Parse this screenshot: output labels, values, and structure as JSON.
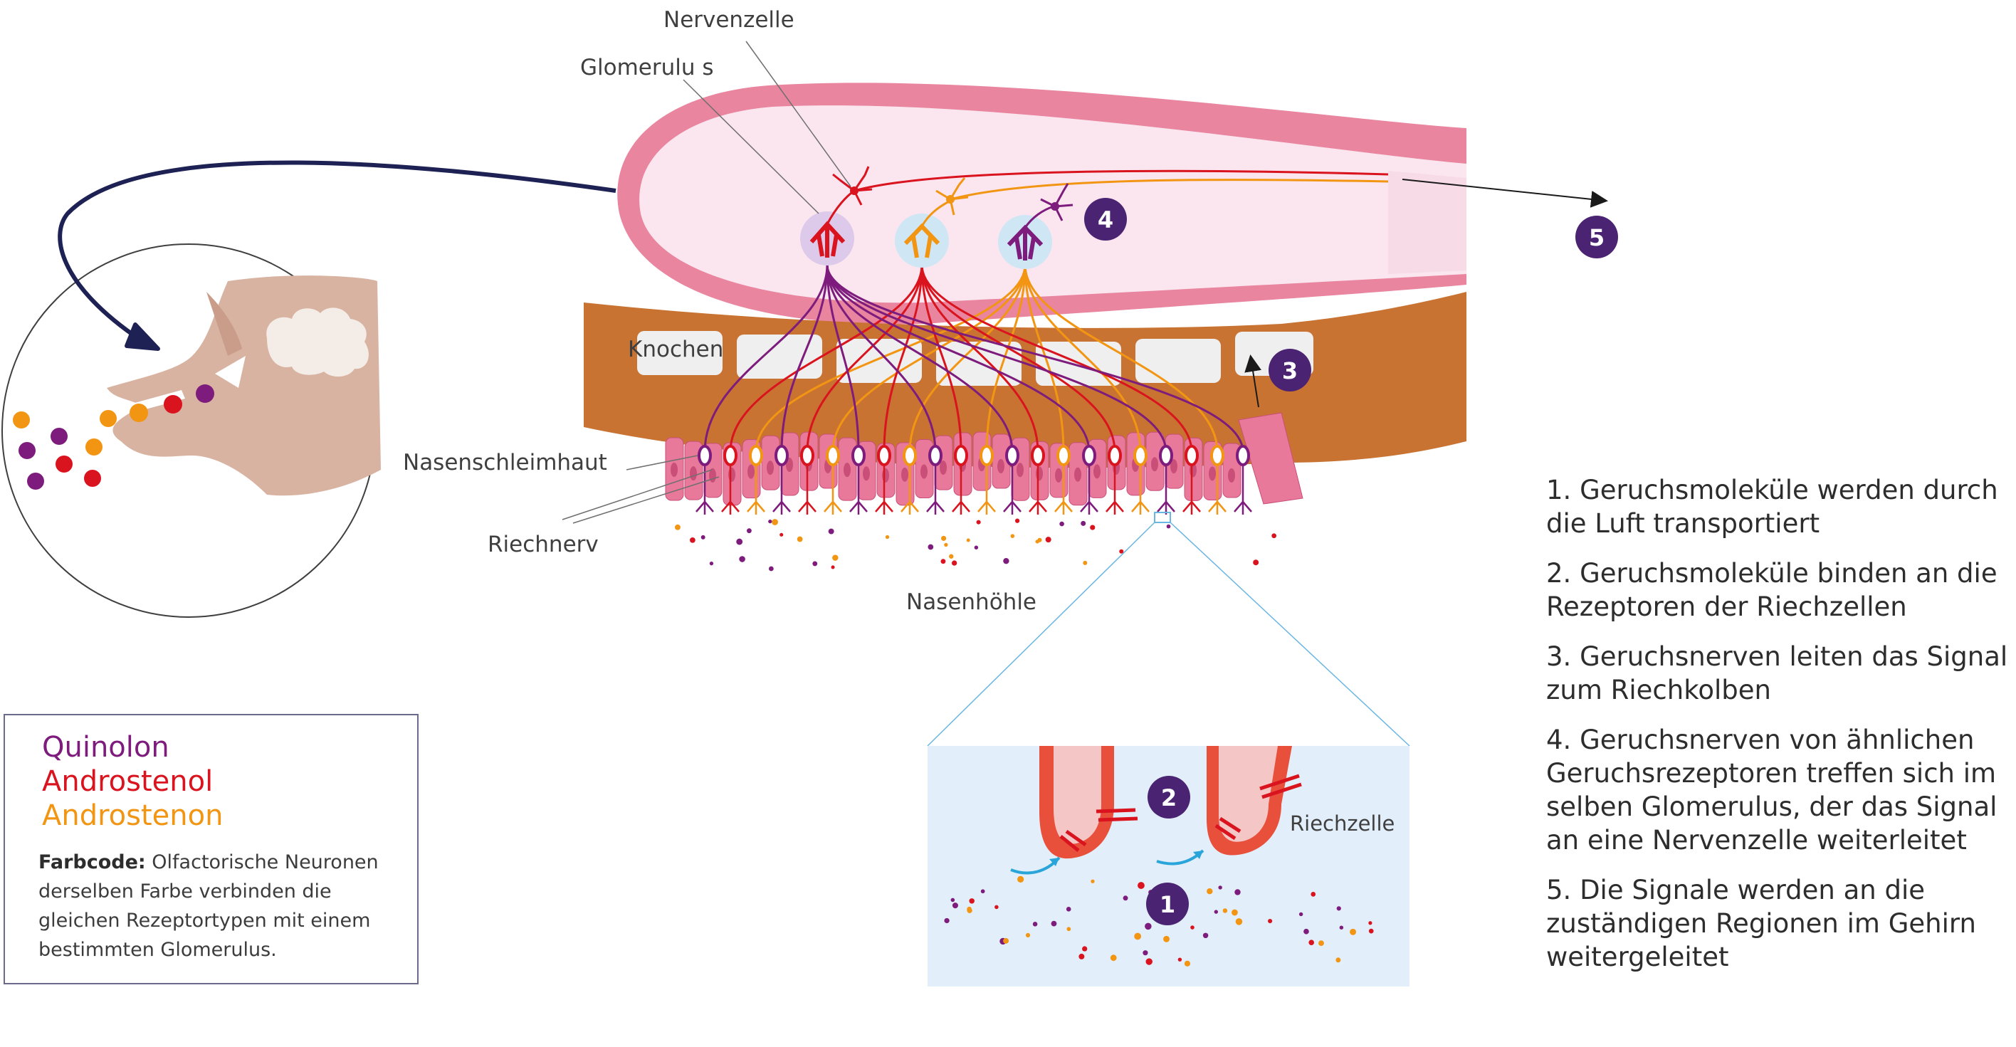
{
  "labels": {
    "nervenzelle": "Nervenzelle",
    "glomerulus": "Glomerulu s",
    "knochen": "Knochen",
    "nasenschleimhaut": "Nasenschleimhaut",
    "riechnerv": "Riechnerv",
    "nasenhoehle": "Nasenhöhle",
    "riechzelle": "Riechzelle"
  },
  "markers": {
    "m1": "1",
    "m2": "2",
    "m3": "3",
    "m4": "4",
    "m5": "5"
  },
  "legend": {
    "items": [
      {
        "label": "Quinolon",
        "color": "#7d1c7c"
      },
      {
        "label": "Androstenol",
        "color": "#d9141f"
      },
      {
        "label": "Androstenon",
        "color": "#f29513"
      }
    ],
    "note_bold": "Farbcode:",
    "note_text": " Olfactorische Neuronen derselben Farbe verbinden die gleichen Rezeptortypen mit einem bestimmten Glomerulus."
  },
  "steps": [
    "1.  Geruchsmoleküle werden durch die Luft transportiert",
    "2.  Geruchsmoleküle binden an die Rezeptoren der Riechzellen",
    "3.  Geruchsnerven leiten das Signal zum Riechkolben",
    "4.   Geruchsnerven von ähnlichen Geruchsrezeptoren treffen sich im selben Glomerulus, der das Signal an eine Nervenzelle weiterleitet",
    "5.   Die Signale werden an die zuständigen Regionen im Gehirn weitergeleitet"
  ],
  "colors": {
    "quinolon": "#7d1c7c",
    "androstenol": "#d9141f",
    "androstenon": "#f29513",
    "bulb_outer": "#e9859f",
    "bulb_inner": "#fbe3ee",
    "bone": "#c87332",
    "mucosa": "#e8799a",
    "marker": "#4a2472",
    "zoom_bg": "#e2eef9",
    "pig": "#d9b3a1"
  }
}
